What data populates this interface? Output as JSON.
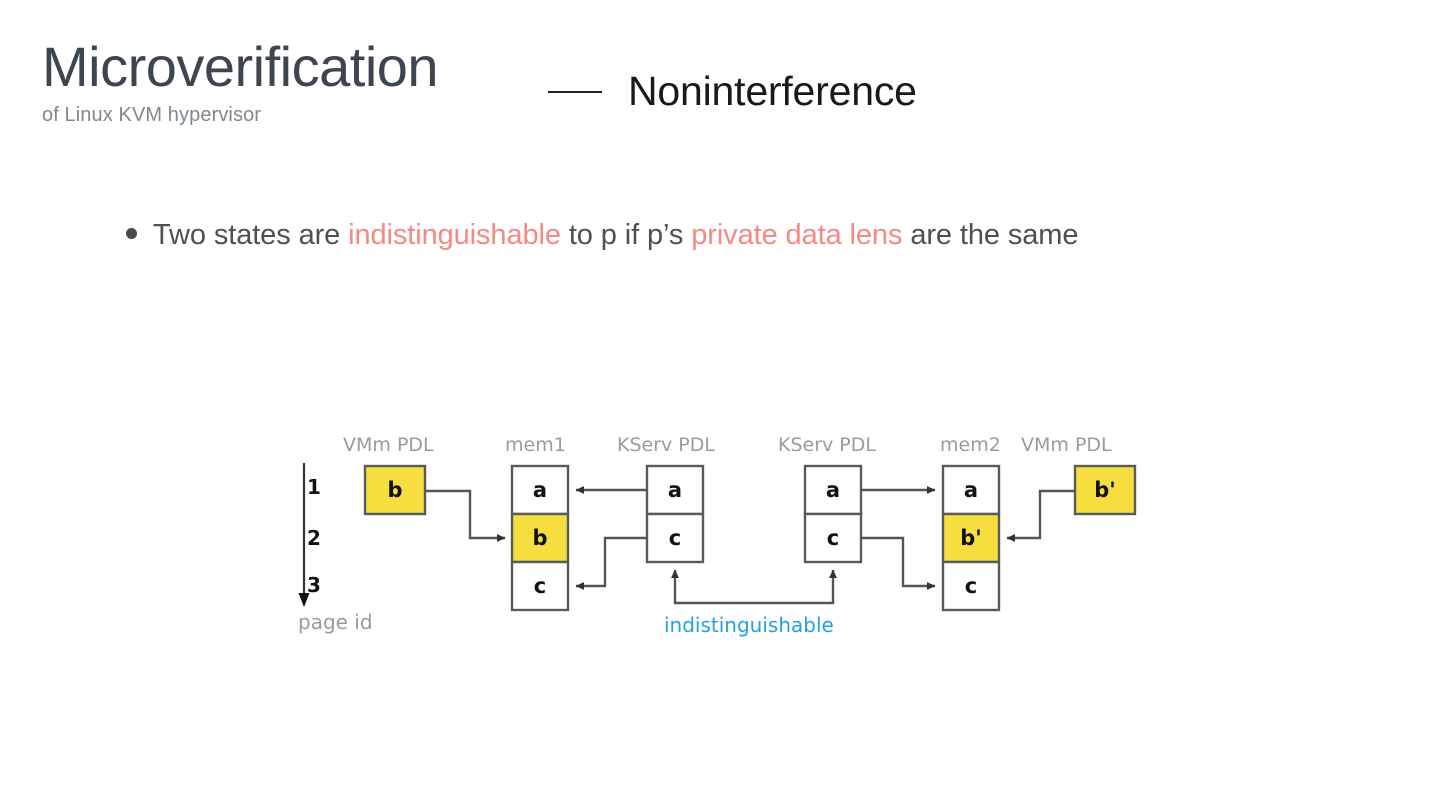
{
  "header": {
    "deck_title": "Microverification",
    "deck_subtitle": "of Linux KVM hypervisor",
    "section_dash": "—",
    "section_title": "Noninterference"
  },
  "body": {
    "bullet": {
      "part1": "Two states are ",
      "highlight1": "indistinguishable",
      "part2": " to p if p’s ",
      "highlight2": "private data lens",
      "part3": " are the same"
    }
  },
  "diagram": {
    "axis": {
      "ticks": [
        "1",
        "2",
        "3"
      ],
      "caption": "page id"
    },
    "columns": [
      {
        "label": "VMm PDL",
        "cells": [
          {
            "text": "b",
            "highlight": true
          }
        ]
      },
      {
        "label": "mem1",
        "cells": [
          {
            "text": "a",
            "highlight": false
          },
          {
            "text": "b",
            "highlight": true
          },
          {
            "text": "c",
            "highlight": false
          }
        ]
      },
      {
        "label": "KServ PDL",
        "cells": [
          {
            "text": "a",
            "highlight": false
          },
          {
            "text": "c",
            "highlight": false
          }
        ]
      },
      {
        "label": "KServ PDL",
        "cells": [
          {
            "text": "a",
            "highlight": false
          },
          {
            "text": "c",
            "highlight": false
          }
        ]
      },
      {
        "label": "mem2",
        "cells": [
          {
            "text": "a",
            "highlight": false
          },
          {
            "text": "b'",
            "highlight": true
          },
          {
            "text": "c",
            "highlight": false
          }
        ]
      },
      {
        "label": "VMm PDL",
        "cells": [
          {
            "text": "b'",
            "highlight": true
          }
        ]
      }
    ],
    "labels": {
      "vmm_pdl_left": "VMm PDL",
      "mem1": "mem1",
      "kserv_pdl_left": "KServ PDL",
      "kserv_pdl_right": "KServ PDL",
      "mem2": "mem2",
      "vmm_pdl_right": "VMm PDL",
      "indistinguishable": "indistinguishable"
    },
    "cell_values": {
      "vmm_left": "b",
      "mem1": [
        "a",
        "b",
        "c"
      ],
      "kserv_left": [
        "a",
        "c"
      ],
      "kserv_right": [
        "a",
        "c"
      ],
      "mem2": [
        "a",
        "b'",
        "c"
      ],
      "vmm_right": "b'"
    },
    "colors": {
      "highlight_fill": "#f5de3e",
      "cell_stroke": "#5a5a5a",
      "arrow": "#555555",
      "label_grey": "#9b9b9b",
      "indistinguishable_blue": "#22a0e8"
    }
  }
}
